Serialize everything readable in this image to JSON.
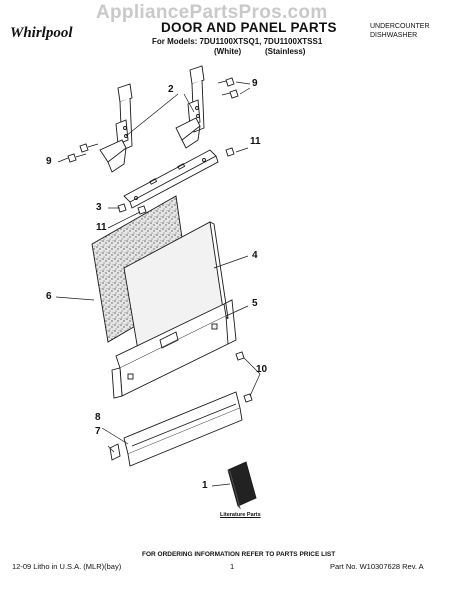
{
  "watermark": "AppliancePartsPros.com",
  "brand": "Whirlpool",
  "title": "DOOR AND PANEL PARTS",
  "models": {
    "line": "For Models: 7DU1100XTSQ1, 7DU1100XTSS1",
    "color_white": "(White)",
    "color_stainless": "(Stainless)"
  },
  "category": {
    "line1": "UNDERCOUNTER",
    "line2": "DISHWASHER"
  },
  "callouts": [
    "1",
    "2",
    "3",
    "4",
    "5",
    "6",
    "7",
    "8",
    "9",
    "9",
    "10",
    "11",
    "11"
  ],
  "literature_label": "Literature Parts",
  "footer": {
    "ordering_note": "FOR ORDERING INFORMATION REFER TO PARTS PRICE LIST",
    "litho": "12-09 Litho in U.S.A. (MLR)(bay)",
    "page": "1",
    "part_no": "Part No. W10307628 Rev. A"
  },
  "colors": {
    "line": "#1a1a1a",
    "watermark": "#c9c9c9",
    "panel_fill": "#f2f2f2"
  }
}
